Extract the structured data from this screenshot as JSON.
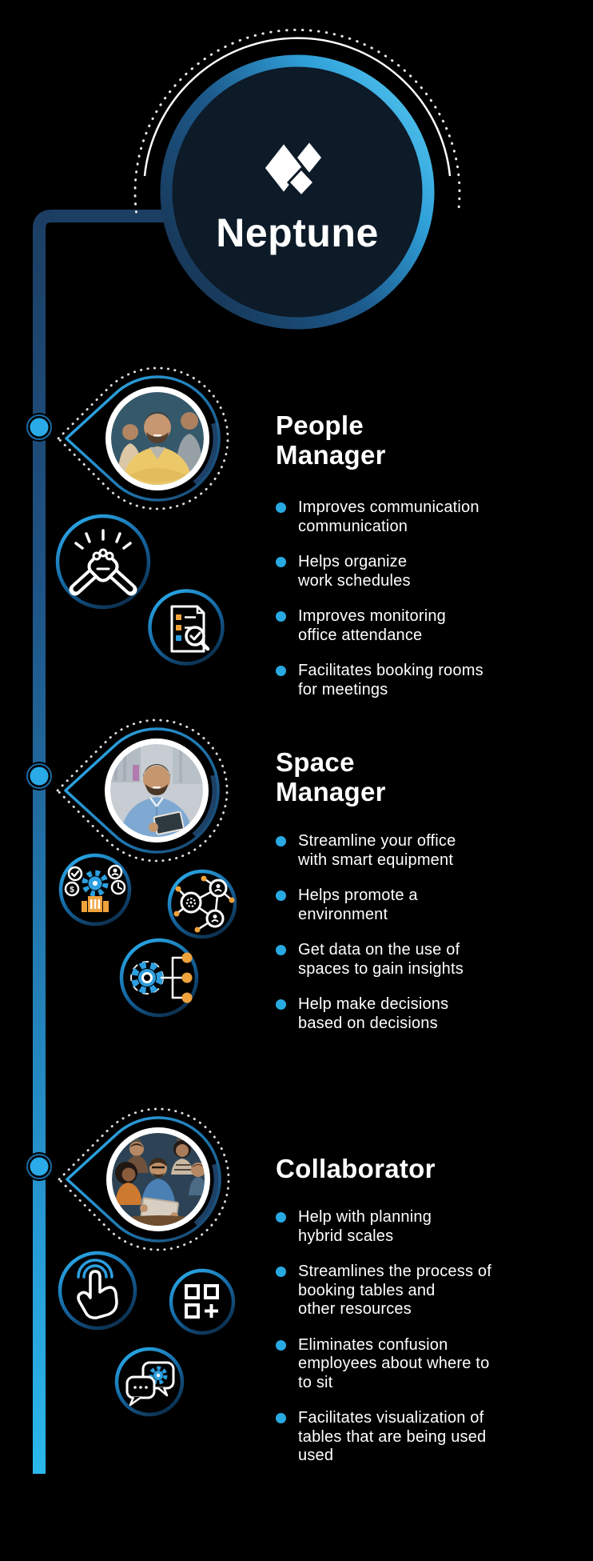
{
  "brand": {
    "name": "Neptune",
    "logo_icon": "neptune-diamonds-icon"
  },
  "colors": {
    "background": "#000000",
    "accent_blue": "#29a9e2",
    "bright_cyan": "#2ab9ec",
    "dark_navy": "#0d1a28",
    "ring_navy": "#17395c",
    "orange": "#f0a23c",
    "white": "#ffffff"
  },
  "sections": [
    {
      "id": "people-manager",
      "title_lines": [
        "People",
        "Manager"
      ],
      "photo": "smiling bearded man in yellow shirt with arms crossed among colleagues",
      "icons": [
        "handshake-icon",
        "checklist-search-icon"
      ],
      "bullets": [
        "Improves communication\ncommunication",
        "Helps organize\nwork schedules",
        "Improves monitoring\noffice attendance",
        "Facilitates booking rooms\nfor meetings"
      ]
    },
    {
      "id": "space-manager",
      "title_lines": [
        "Space",
        "Manager"
      ],
      "photo": "smiling bearded man in blue shirt holding a tablet",
      "icons": [
        "facility-management-icon",
        "people-network-icon",
        "gear-connections-icon"
      ],
      "bullets": [
        "Streamline your office\nwith smart equipment",
        "Helps promote a\nenvironment",
        "Get data on the use of\nspaces to gain insights",
        "Help make decisions\nbased on decisions"
      ]
    },
    {
      "id": "collaborator",
      "title_lines": [
        "Collaborator"
      ],
      "photo": "team of coworkers gathered around a tablet",
      "icons": [
        "touch-gesture-icon",
        "grid-add-icon",
        "chat-settings-icon"
      ],
      "bullets": [
        "Help with planning\nhybrid scales",
        "Streamlines the process of\nbooking tables and\nother resources",
        "Eliminates confusion\nemployees about where to\nto sit",
        "Facilitates visualization of\ntables that are being used\nused"
      ]
    }
  ]
}
